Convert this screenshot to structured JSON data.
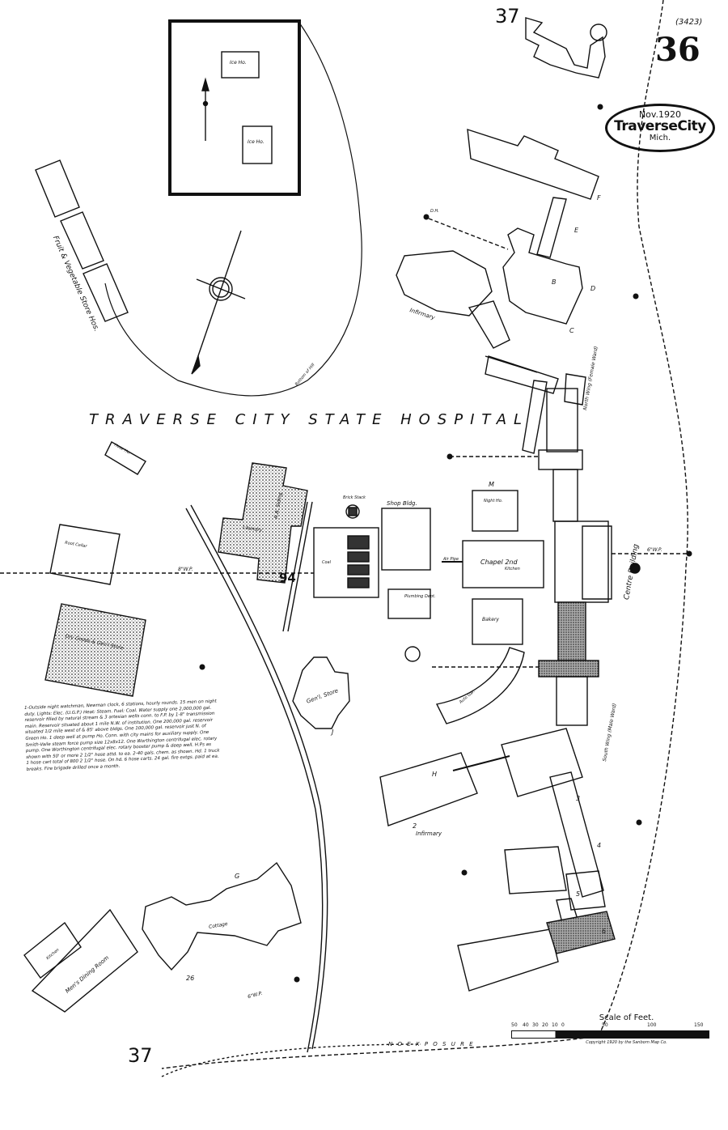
{
  "sheet": {
    "number": "36",
    "code": "(3423)",
    "adjacent_sheets": [
      "37",
      "37"
    ],
    "badge": {
      "date": "Nov.1920",
      "city": "TraverseCity",
      "state": "Mich."
    }
  },
  "title": "TRAVERSE CITY STATE HOSPITAL",
  "block_number": "94",
  "buildings": {
    "ice_house_1": "Ice Ho.",
    "ice_house_2": "Ice Ho.",
    "fruit_veg": "Fruit & Vegetable Store Hos.",
    "root_cellar": "Root Cellar",
    "infirmary_north": "Infirmary",
    "north_wing": "North Wing (Female Ward)",
    "south_wing": "South Wing (Male Ward)",
    "centre_building": "Centre Building",
    "chapel": "Chapel 2nd",
    "shop_bldg": "Shop Bldg.",
    "laundry": "Laundry",
    "gen_store": "Gen'l. Store",
    "bakery": "Bakery",
    "infirmary_south": "Infirmary",
    "mens_dining": "Men's Dining Room",
    "kitchen": "Kitchen",
    "cottage": "Cottage",
    "hose_ho": "Hose Ho.",
    "dry_goods": "Dry Goods & Gen'l Store",
    "auto_garage": "Auto Gar.",
    "smokestack": "Brick Stack",
    "coal": "Coal",
    "plumbing_dept": "Plumbing Dept.",
    "chapel_kitchen": "Kitchen",
    "night_ho": "Night Ho."
  },
  "annotations": {
    "railroad": "R.R. Siding",
    "water_main_east": "6\"W.P.",
    "water_main_west": "8\"W.P.",
    "water_main_south": "6\"W.P.",
    "hydrant": "D.H.",
    "air_pipe": "Air Pipe",
    "wing_letters": [
      "B",
      "C",
      "D",
      "E",
      "F",
      "G",
      "H",
      "J",
      "M"
    ],
    "numbers": [
      "2",
      "3",
      "4",
      "5",
      "6",
      "26"
    ],
    "no_exposure": "N O   E X P O S U R E",
    "bottom_of_hill": "Bottom of Hill"
  },
  "notes": "1-Outside night watchman, Newman clock, 6 stations, hourly rounds. 15 men on night duty. Lights: Elec. (U.G.P.) Heat: Steam. Fuel: Coal. Water supply one 2,000,000 gal. reservoir filled by natural stream & 3 artesian wells conn. to F.P. by 1-8\" transmission main. Reservoir situated about 1 mile N.W. of institution. One 200,000 gal. reservoir situated 1/2 mile west of & 85' above bldgs. One 100,000 gal. reservoir just N. of Green Ho. 1 deep well at pump Ho. Conn. with city mains for auxiliary supply. One Smith-Vaile steam force pump size 12x8x12. One Worthington centrifugal elec. rotary pump. One Worthington centrifugal elec. rotary booster pump & deep well. H.Ps as shown with 50' or more 2 1/2\" hose attd. to ea. 2-40 gals. chem. as shown. Hd. 1 truck 1 hose cart total of 800 2 1/2\" hose. On hd. 6 hose carts. 24 gal. fire extgs. paid at ea. breaks. Fire brigade drilled once a month.",
  "scale": {
    "title": "Scale of Feet.",
    "ticks": [
      "50",
      "40",
      "30",
      "20",
      "10",
      "0",
      "50",
      "100",
      "150"
    ],
    "copyright": "Copyright 1920 by the Sanborn Map Co."
  }
}
